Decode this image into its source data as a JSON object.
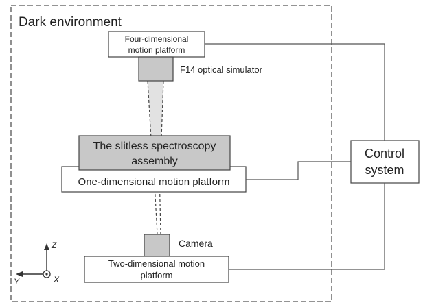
{
  "dark_environment": {
    "label": "Dark environment"
  },
  "four_dim_platform": {
    "line1": "Four-dimensional",
    "line2": "motion platform"
  },
  "f14_simulator": {
    "label": "F14 optical simulator"
  },
  "slitless_assembly": {
    "line1": "The slitless spectroscopy",
    "line2": "assembly"
  },
  "one_dim_platform": {
    "label": "One-dimensional motion platform"
  },
  "camera": {
    "label": "Camera"
  },
  "two_dim_platform": {
    "line1": "Two-dimensional motion",
    "line2": "platform"
  },
  "control_system": {
    "line1": "Control",
    "line2": "system"
  },
  "axes": {
    "z": "Z",
    "y": "Y",
    "x": "X"
  },
  "colors": {
    "box_fill": "#ffffff",
    "component_fill": "#c8c8c8",
    "stroke": "#444444",
    "beam_fill": "#e2e2e2"
  }
}
